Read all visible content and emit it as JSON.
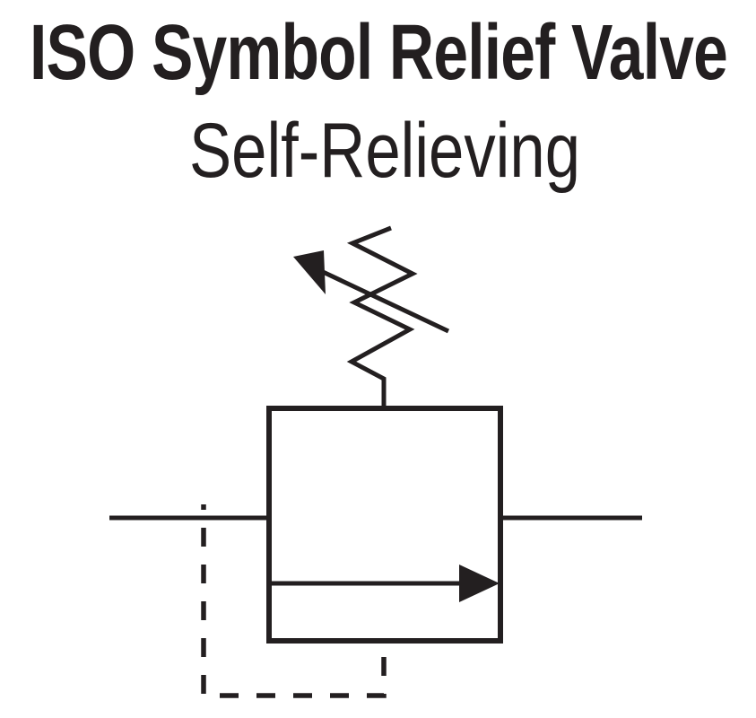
{
  "page": {
    "title": "ISO Symbol Relief Valve",
    "subtitle": "Self-Relieving"
  },
  "colors": {
    "ink": "#231f20",
    "background": "#ffffff"
  },
  "diagram": {
    "icons": {
      "adjustable_spring": "zigzag-spring-symbol",
      "adjustment_arrow": "filled-arrow-up-left-through-spring",
      "valve_body": "square-outline-box",
      "left_port": "horizontal-line",
      "right_port": "horizontal-line",
      "flow_arrow": "filled-arrow-right-inside-box",
      "pilot_line": "dashed-right-angle-polyline"
    }
  }
}
